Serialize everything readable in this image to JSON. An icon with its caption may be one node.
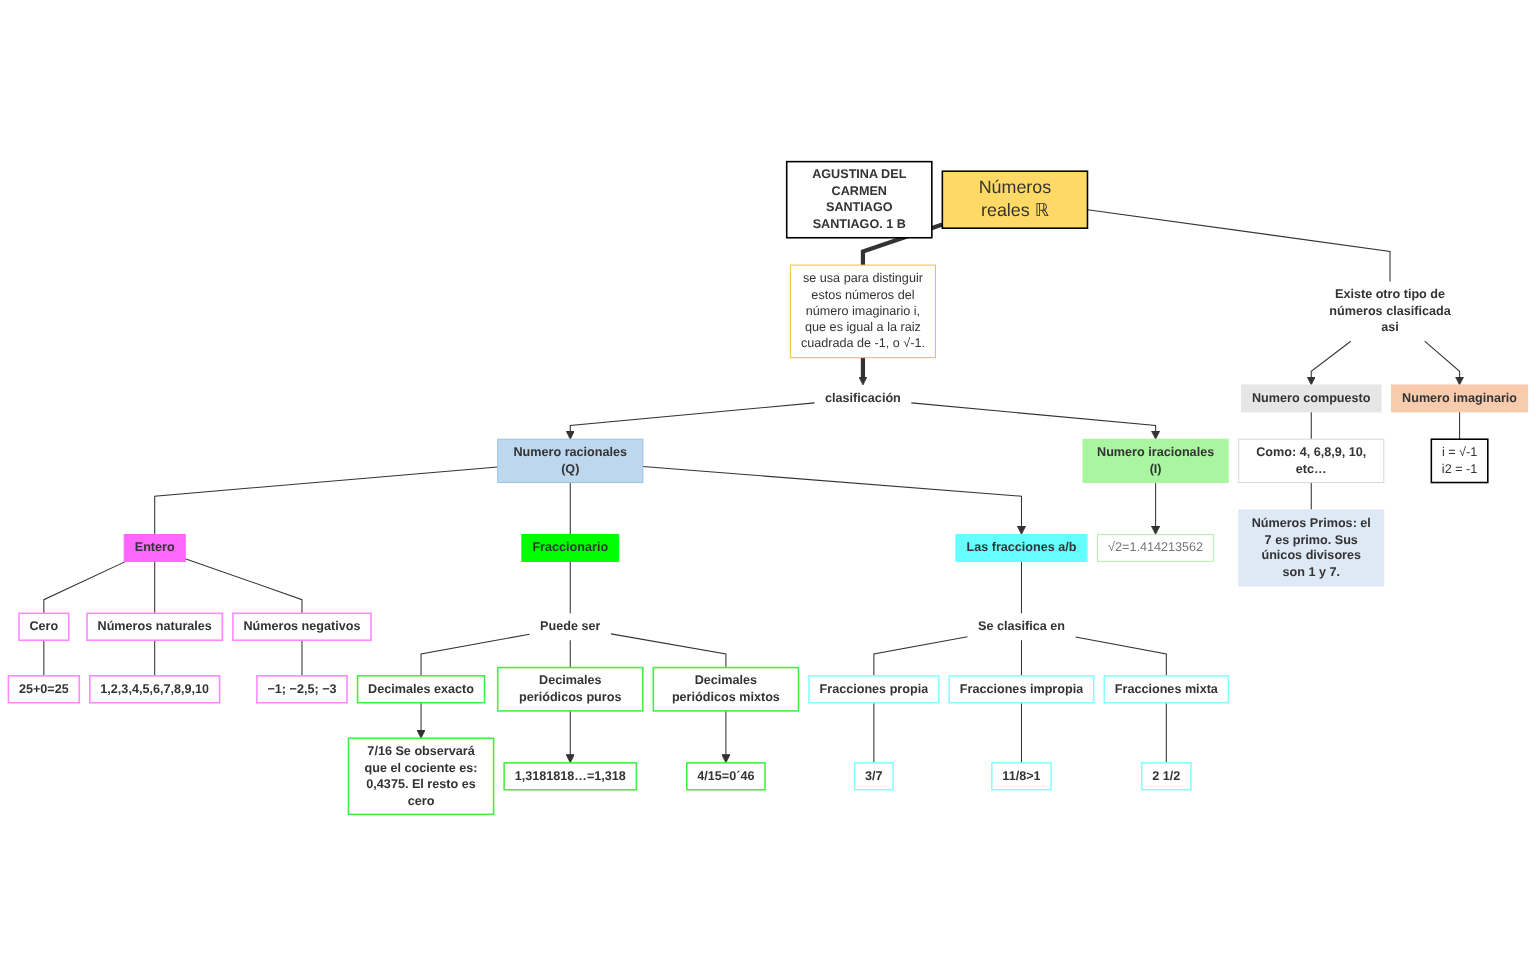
{
  "diagram": {
    "nodes": [
      {
        "text": [
          "AGUSTINA DEL CARMEN SANTIAGO SANTIAGO. 1 B"
        ]
      },
      {
        "text": [
          "Números reales ℝ"
        ]
      },
      {
        "text": [
          "se usa para distinguir estos números del número imaginario i, que es igual a la raiz cuadrada de -1, o √-1."
        ]
      },
      {
        "text": [
          "clasificación"
        ]
      },
      {
        "text": [
          "Existe otro tipo de números clasificada asi"
        ]
      },
      {
        "text": [
          "Numero compuesto"
        ]
      },
      {
        "text": [
          "Numero imaginario"
        ]
      },
      {
        "text": [
          "Como: 4, 6,8,9, 10, etc…"
        ]
      },
      {
        "text": [
          "i = √-1",
          "i2 = -1"
        ]
      },
      {
        "text": [
          "Numero iracionales (I)"
        ]
      },
      {
        "text": [
          "√2=1.414213562"
        ]
      },
      {
        "text": [
          "Números Primos: el 7 es primo. Sus únicos divisores son 1 y 7."
        ]
      },
      {
        "text": [
          "Numero racionales (Q)"
        ]
      },
      {
        "text": [
          "Entero"
        ]
      },
      {
        "text": [
          "Fraccionario"
        ]
      },
      {
        "text": [
          "Las fracciones a/b"
        ]
      },
      {
        "text": [
          "Cero"
        ]
      },
      {
        "text": [
          "Números naturales"
        ]
      },
      {
        "text": [
          "Números negativos"
        ]
      },
      {
        "text": [
          "25+0=25"
        ]
      },
      {
        "text": [
          "1,2,3,4,5,6,7,8,9,10"
        ]
      },
      {
        "text": [
          "−1; −2,5; −3"
        ]
      },
      {
        "text": [
          "Puede ser"
        ]
      },
      {
        "text": [
          "Decimales exacto"
        ]
      },
      {
        "text": [
          "Decimales periódicos puros"
        ]
      },
      {
        "text": [
          "Decimales periódicos mixtos"
        ]
      },
      {
        "text": [
          "7/16 Se observará que el cociente es: 0,4375. El resto es cero"
        ]
      },
      {
        "text": [
          "1,3181818…=1,318"
        ]
      },
      {
        "text": [
          "4/15=0´46"
        ]
      },
      {
        "text": [
          "Se clasifica en"
        ]
      },
      {
        "text": [
          "Fracciones propia"
        ]
      },
      {
        "text": [
          "Fracciones impropia"
        ]
      },
      {
        "text": [
          "Fracciones mixta"
        ]
      },
      {
        "text": [
          "3/7"
        ]
      },
      {
        "text": [
          "11/8>1"
        ]
      },
      {
        "text": [
          "2 1/2"
        ]
      }
    ],
    "edges": [
      {
        "from": 1,
        "to": 2,
        "arrow": "none",
        "style": "thick"
      },
      {
        "from": 2,
        "to": 3,
        "arrow": "to",
        "style": "thick"
      },
      {
        "from": 1,
        "to": 4,
        "arrow": "none"
      },
      {
        "from": 4,
        "to": 5,
        "arrow": "to"
      },
      {
        "from": 4,
        "to": 6,
        "arrow": "to"
      },
      {
        "from": 5,
        "to": 7,
        "arrow": "none"
      },
      {
        "from": 6,
        "to": 8,
        "arrow": "none"
      },
      {
        "from": 7,
        "to": 11,
        "arrow": "none"
      },
      {
        "from": 3,
        "to": 12,
        "arrow": "to"
      },
      {
        "from": 3,
        "to": 9,
        "arrow": "to"
      },
      {
        "from": 9,
        "to": 10,
        "arrow": "to"
      },
      {
        "from": 12,
        "to": 13,
        "arrow": "none"
      },
      {
        "from": 12,
        "to": 14,
        "arrow": "none"
      },
      {
        "from": 12,
        "to": 15,
        "arrow": "to"
      },
      {
        "from": 13,
        "to": 16,
        "arrow": "none"
      },
      {
        "from": 13,
        "to": 17,
        "arrow": "none"
      },
      {
        "from": 13,
        "to": 18,
        "arrow": "none"
      },
      {
        "from": 16,
        "to": 19,
        "arrow": "none"
      },
      {
        "from": 17,
        "to": 20,
        "arrow": "none"
      },
      {
        "from": 18,
        "to": 21,
        "arrow": "none"
      },
      {
        "from": 14,
        "to": 22,
        "arrow": "none"
      },
      {
        "from": 22,
        "to": 23,
        "arrow": "none"
      },
      {
        "from": 22,
        "to": 24,
        "arrow": "none"
      },
      {
        "from": 22,
        "to": 25,
        "arrow": "none"
      },
      {
        "from": 23,
        "to": 26,
        "arrow": "to"
      },
      {
        "from": 24,
        "to": 27,
        "arrow": "to"
      },
      {
        "from": 25,
        "to": 28,
        "arrow": "to"
      },
      {
        "from": 15,
        "to": 29,
        "arrow": "none"
      },
      {
        "from": 29,
        "to": 30,
        "arrow": "none"
      },
      {
        "from": 29,
        "to": 31,
        "arrow": "none"
      },
      {
        "from": 29,
        "to": 32,
        "arrow": "none"
      },
      {
        "from": 30,
        "to": 33,
        "arrow": "none"
      },
      {
        "from": 31,
        "to": 34,
        "arrow": "none"
      },
      {
        "from": 32,
        "to": 35,
        "arrow": "none"
      }
    ]
  }
}
